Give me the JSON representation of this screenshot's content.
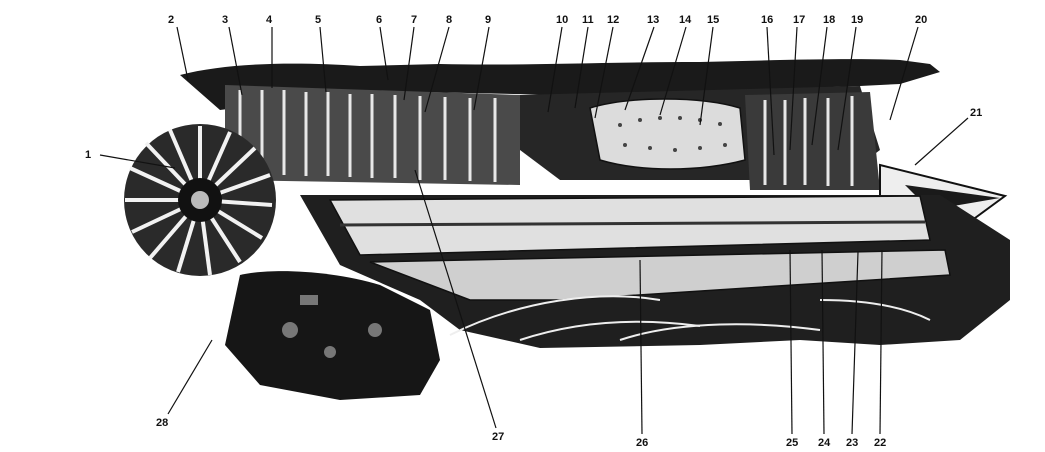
{
  "callouts": [
    {
      "id": 1,
      "text": "1"
    },
    {
      "id": 2,
      "text": "2"
    },
    {
      "id": 3,
      "text": "3"
    },
    {
      "id": 4,
      "text": "4"
    },
    {
      "id": 5,
      "text": "5"
    },
    {
      "id": 6,
      "text": "6"
    },
    {
      "id": 7,
      "text": "7"
    },
    {
      "id": 8,
      "text": "8"
    },
    {
      "id": 9,
      "text": "9"
    },
    {
      "id": 10,
      "text": "10"
    },
    {
      "id": 11,
      "text": "11"
    },
    {
      "id": 12,
      "text": "12"
    },
    {
      "id": 13,
      "text": "13"
    },
    {
      "id": 14,
      "text": "14"
    },
    {
      "id": 15,
      "text": "15"
    },
    {
      "id": 16,
      "text": "16"
    },
    {
      "id": 17,
      "text": "17"
    },
    {
      "id": 18,
      "text": "18"
    },
    {
      "id": 19,
      "text": "19"
    },
    {
      "id": 20,
      "text": "20"
    },
    {
      "id": 21,
      "text": "21"
    },
    {
      "id": 22,
      "text": "22"
    },
    {
      "id": 23,
      "text": "23"
    },
    {
      "id": 24,
      "text": "24"
    },
    {
      "id": 25,
      "text": "25"
    },
    {
      "id": 26,
      "text": "26"
    },
    {
      "id": 27,
      "text": "27"
    },
    {
      "id": 28,
      "text": "28"
    }
  ],
  "colors": {
    "ink": "#111111",
    "dark": "#1a1a1a",
    "mid": "#6e6e6e",
    "light": "#e6e6e6",
    "paper": "#ffffff"
  }
}
